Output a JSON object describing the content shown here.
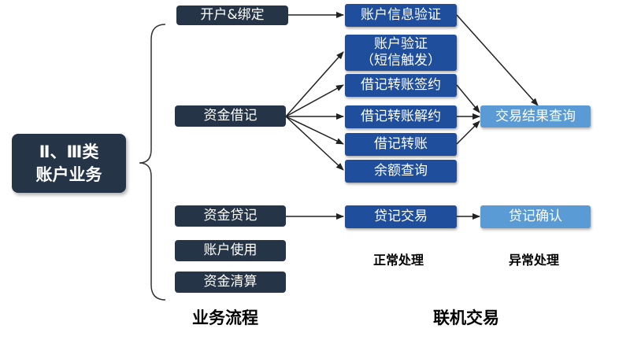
{
  "main_box": {
    "line1": "Ⅱ、Ⅲ类",
    "line2": "账户业务"
  },
  "business_flows": {
    "open_bind": "开户&绑定",
    "debit": "资金借记",
    "credit": "资金贷记",
    "account_use": "账户使用",
    "clearing": "资金清算"
  },
  "normal_processing": {
    "account_info_verify": "账户信息验证",
    "account_verify_line1": "账户验证",
    "account_verify_line2": "（短信触发）",
    "debit_sign": "借记转账签约",
    "debit_cancel": "借记转账解约",
    "debit_transfer": "借记转账",
    "balance_query": "余额查询",
    "credit_trade": "贷记交易"
  },
  "exception_processing": {
    "result_query": "交易结果查询",
    "credit_confirm": "贷记确认"
  },
  "column_labels": {
    "normal": "正常处理",
    "exception": "异常处理"
  },
  "section_labels": {
    "business_process": "业务流程",
    "online_trade": "联机交易"
  }
}
